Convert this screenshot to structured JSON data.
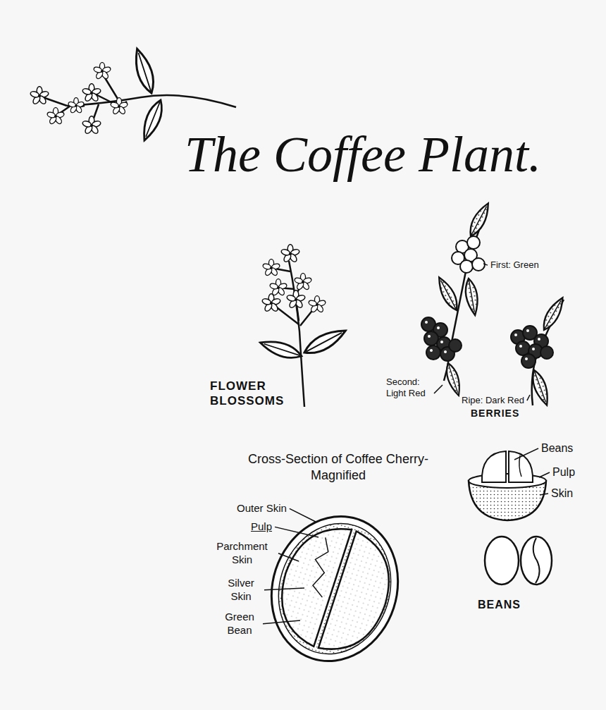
{
  "diagram": {
    "title": "The Coffee Plant.",
    "labels": [
      "FLOWER BLOSSOMS",
      "First: Green",
      "Second: Light Red",
      "Ripe: Dark Red",
      "BERRIES",
      "Cross-Section of Coffee Cherry-Magnified",
      "Outer Skin",
      "Pulp",
      "Parchment Skin",
      "Silver Skin",
      "Green Bean",
      "Beans",
      "Pulp",
      "Skin",
      "BEANS"
    ]
  }
}
